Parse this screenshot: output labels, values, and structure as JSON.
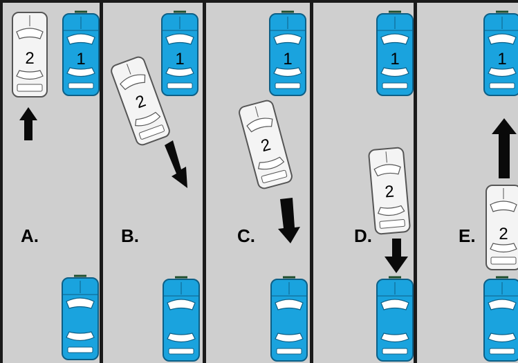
{
  "colors": {
    "road": "#cfcfcf",
    "divider": "#1a1a1a",
    "car1_body": "#1aa3de",
    "car1_outline": "#0d5f86",
    "car2_body": "#f4f4f4",
    "car2_outline": "#555555",
    "arrow": "#0a0a0a"
  },
  "panels": [
    {
      "label": "A.",
      "car2_label": "2",
      "car1_label": "1",
      "arrow_direction": "up"
    },
    {
      "label": "B.",
      "car2_label": "2",
      "car1_label": "1",
      "arrow_direction": "down-right"
    },
    {
      "label": "C.",
      "car2_label": "2",
      "car1_label": "1",
      "arrow_direction": "down"
    },
    {
      "label": "D.",
      "car2_label": "2",
      "car1_label": "1",
      "arrow_direction": "down"
    },
    {
      "label": "E.",
      "car2_label": "2",
      "car1_label": "1",
      "arrow_direction": "up"
    }
  ]
}
